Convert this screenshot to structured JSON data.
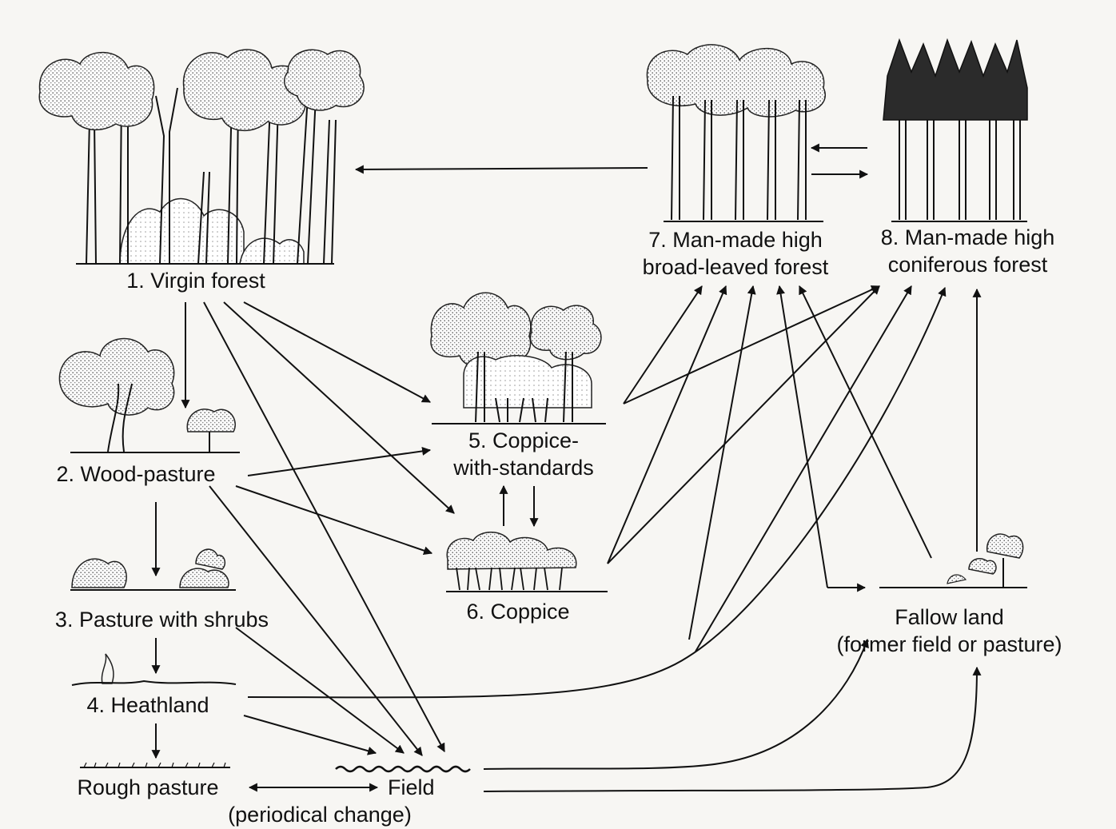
{
  "nodes": {
    "virgin_forest": "1. Virgin forest",
    "wood_pasture": "2. Wood-pasture",
    "pasture_with_shrubs": "3. Pasture with shrubs",
    "heathland": "4. Heathland",
    "rough_pasture": "Rough pasture",
    "coppice_with_standards_line1": "5. Coppice-",
    "coppice_with_standards_line2": "with-standards",
    "coppice": "6. Coppice",
    "broadleaved_line1": "7. Man-made high",
    "broadleaved_line2": "broad-leaved forest",
    "coniferous_line1": "8. Man-made high",
    "coniferous_line2": "coniferous forest",
    "fallow_line1": "Fallow land",
    "fallow_line2": "(former field or pasture)",
    "field": "Field",
    "field_note": "(periodical change)"
  },
  "colors": {
    "ink": "#111111",
    "background": "#f7f6f3",
    "stipple": "#8a8a8a",
    "conifer": "#2b2b2b"
  },
  "icons": [
    "deciduous-tree-icon",
    "conifer-tree-icon",
    "shrub-icon",
    "grass-icon",
    "furrow-icon"
  ]
}
